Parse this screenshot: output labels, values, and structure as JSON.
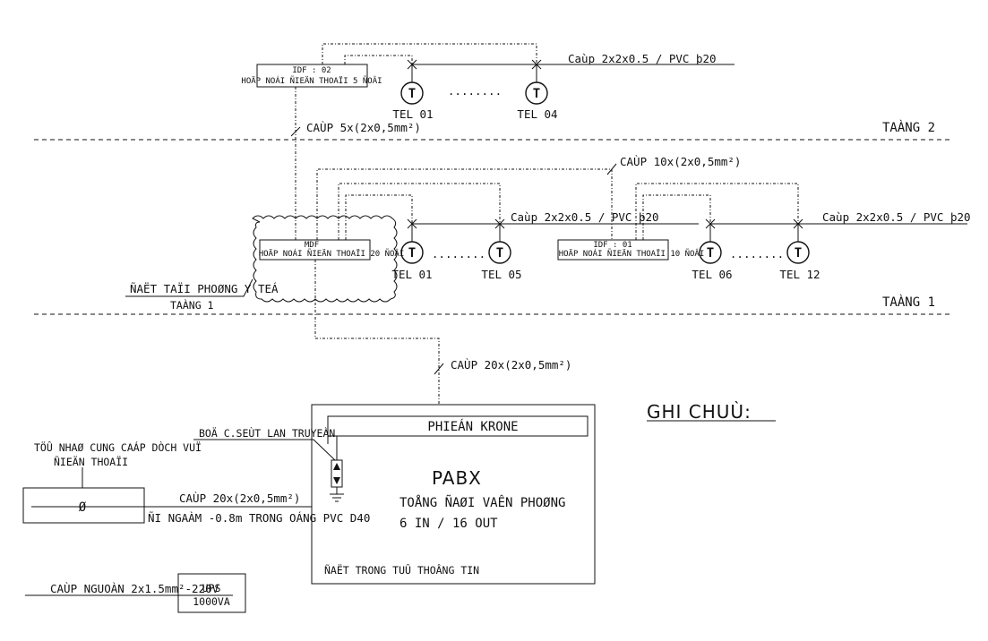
{
  "floors": {
    "floor2": "TAÀNG 2",
    "floor1": "TAÀNG 1"
  },
  "idf02": {
    "line1": "IDF : 02",
    "line2": "HOÄP NOÁI ÑIEÄN THOAÏI 5 ÑOÂI"
  },
  "mdf": {
    "line1": "MDF",
    "line2": "HOÄP NOÁI ÑIEÄN THOAÏI 20 ÑOÂI"
  },
  "idf01": {
    "line1": "IDF : 01",
    "line2": "HOÄP NOÁI ÑIEÄN THOAÏI 10 ÑOÂI"
  },
  "cables": {
    "c_top": "Caùp 2x2x0.5 / PVC þ20",
    "c_5x": "CAÙP 5x(2x0,5mm²)",
    "c_10x": "CAÙP 10x(2x0,5mm²)",
    "c_mid_left": "Caùp 2x2x0.5 / PVC þ20",
    "c_mid_right": "Caùp 2x2x0.5 / PVC þ20",
    "c_20x_vert": "CAÙP 20x(2x0,5mm²)",
    "c_20x_left": "CAÙP 20x(2x0,5mm²)",
    "underground": "ÑI NGAÀM -0.8m TRONG OÁNG PVC D40",
    "power": "CAÙP NGUOÀN 2x1.5mm²-220V"
  },
  "phones": {
    "top_a": "TEL 01",
    "top_b": "TEL 04",
    "mid_a": "TEL 01",
    "mid_b": "TEL 05",
    "right_a": "TEL 06",
    "right_b": "TEL 12",
    "symbol": "T",
    "dots": "........"
  },
  "medical_room": {
    "line1": "ÑAËT TAÏI PHOØNG Y TEÁ",
    "line2": "TAÀNG 1"
  },
  "pabx": {
    "krone": "PHIEÁN KRONE",
    "title": "PABX",
    "subtitle": "TOÅNG ÑAØI VAÊN PHOØNG",
    "ports": "6 IN / 16 OUT",
    "location": "ÑAËT TRONG TUÛ THOÂNG TIN"
  },
  "surge": {
    "label": "BOÄ C.SEÙT LAN TRUYEÀN"
  },
  "provider": {
    "line1": "TÖÛ NHAØ CUNG CAÁP DÒCH VUÏ",
    "line2": "ÑIEÄN THOAÏI",
    "symbol": "Ø"
  },
  "ups": {
    "line1": "UPS",
    "line2": "1000VA"
  },
  "notes": {
    "title": "GHI CHUÙ:"
  }
}
